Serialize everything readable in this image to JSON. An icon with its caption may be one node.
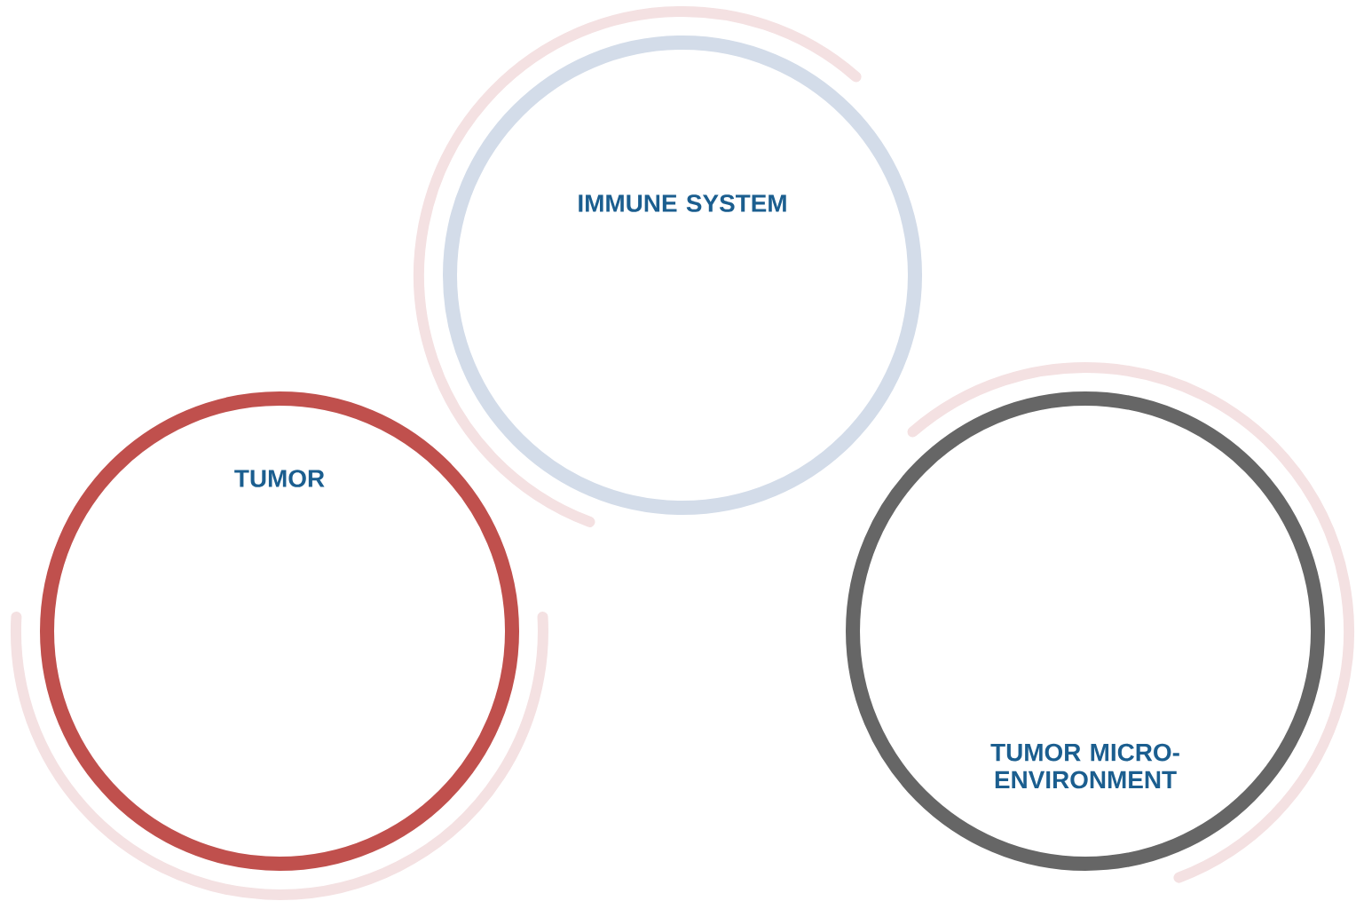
{
  "diagram": {
    "nodes": [
      {
        "text": [
          "IMMUNE SYSTEM"
        ]
      },
      {
        "text": [
          "TUMOR"
        ]
      },
      {
        "text": [
          "TUMOR MICRO- ENVIRONMENT"
        ]
      }
    ]
  }
}
